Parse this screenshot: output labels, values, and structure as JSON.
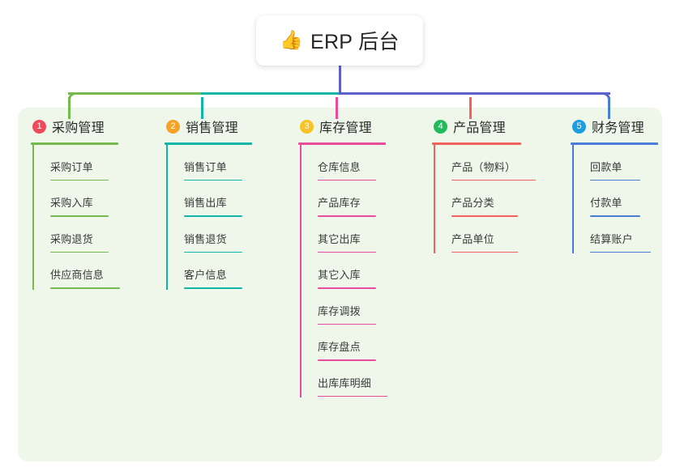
{
  "root": {
    "emoji": "👍",
    "icon_name": "thumbs-up-icon",
    "title": "ERP 后台"
  },
  "theme": {
    "page_background": "#ffffff",
    "panel_background": "#eef7e9",
    "trunk_green": "#76ba4f",
    "trunk_teal": "#13b5a6",
    "trunk_blue": "#5b61c9",
    "text_color": "#2b2b2b"
  },
  "columns": [
    {
      "index": "1",
      "badge_color": "#f04a5a",
      "line_color": "#76ba4f",
      "drop_color": "#76ba4f",
      "title": "采购管理",
      "rule_width": 108,
      "items": [
        {
          "label": "采购订单",
          "rule_width": 72
        },
        {
          "label": "采购入库",
          "rule_width": 72
        },
        {
          "label": "采购退货",
          "rule_width": 72
        },
        {
          "label": "供应商信息",
          "rule_width": 86
        }
      ]
    },
    {
      "index": "2",
      "badge_color": "#f5a227",
      "line_color": "#13b5a6",
      "drop_color": "#13b5a6",
      "title": "销售管理",
      "rule_width": 108,
      "items": [
        {
          "label": "销售订单",
          "rule_width": 72
        },
        {
          "label": "销售出库",
          "rule_width": 72
        },
        {
          "label": "销售退货",
          "rule_width": 72
        },
        {
          "label": "客户信息",
          "rule_width": 72
        }
      ]
    },
    {
      "index": "3",
      "badge_color": "#f7c325",
      "line_color": "#ea4c9c",
      "drop_color": "#ea4c9c",
      "title": "库存管理",
      "rule_width": 108,
      "items": [
        {
          "label": "仓库信息",
          "rule_width": 72
        },
        {
          "label": "产品库存",
          "rule_width": 72
        },
        {
          "label": "其它出库",
          "rule_width": 72
        },
        {
          "label": "其它入库",
          "rule_width": 72
        },
        {
          "label": "库存调拨",
          "rule_width": 72
        },
        {
          "label": "库存盘点",
          "rule_width": 72
        },
        {
          "label": "出库库明细",
          "rule_width": 86
        }
      ]
    },
    {
      "index": "4",
      "badge_color": "#22bb5b",
      "line_color": "#f4605c",
      "drop_color": "#f4605c",
      "title": "产品管理",
      "rule_width": 110,
      "items": [
        {
          "label": "产品（物料）",
          "rule_width": 104
        },
        {
          "label": "产品分类",
          "rule_width": 82
        },
        {
          "label": "产品单位",
          "rule_width": 82
        }
      ]
    },
    {
      "index": "5",
      "badge_color": "#1a9fe0",
      "line_color": "#4a7ed6",
      "drop_color": "#4a7ed6",
      "title": "财务管理",
      "rule_width": 108,
      "items": [
        {
          "label": "回款单",
          "rule_width": 62
        },
        {
          "label": "付款单",
          "rule_width": 62
        },
        {
          "label": "结算账户",
          "rule_width": 75
        }
      ]
    }
  ]
}
